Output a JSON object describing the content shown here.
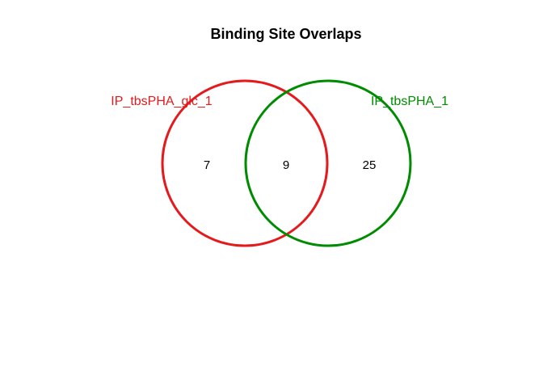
{
  "title": "Binding Site Overlaps",
  "sets": [
    {
      "label": "IP_tbsPHA_glc_1",
      "color": "#e41a1c"
    },
    {
      "label": "IP_tbsPHA_1",
      "color": "#008c00"
    }
  ],
  "counts": {
    "only_first": "7",
    "intersection": "9",
    "only_second": "25"
  }
}
